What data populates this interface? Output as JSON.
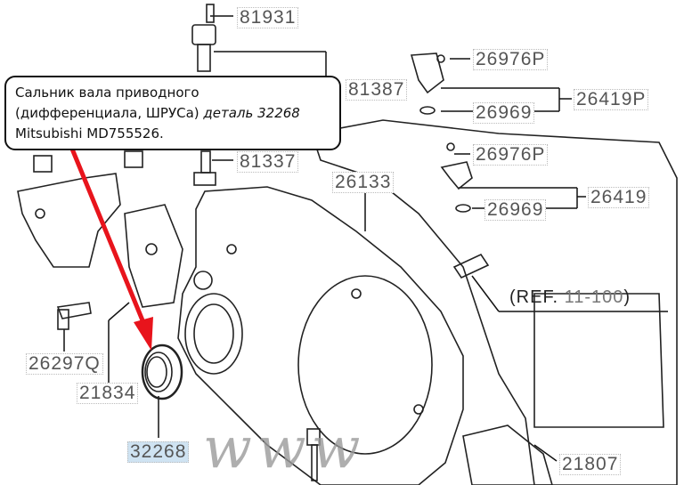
{
  "callout": {
    "line1": "Сальник вала приводного",
    "line2_normal": "(дифференциала, ШРУСа)",
    "line2_italic": "деталь 32268",
    "line3": "Mitsubishi MD755526."
  },
  "part_labels": {
    "p81931": "81931",
    "p81387": "81387",
    "p81337": "81337",
    "p26976P_a": "26976P",
    "p26419P": "26419P",
    "p26969_a": "26969",
    "p26976P_b": "26976P",
    "p26419": "26419",
    "p26969_b": "26969",
    "p26133": "26133",
    "p26297Q": "26297Q",
    "p21834": "21834",
    "p32268": "32268",
    "p21807": "21807"
  },
  "reference": {
    "prefix": "(REF.",
    "number": "11-100",
    "suffix": ")"
  },
  "watermark": "www",
  "colors": {
    "arrow": "#e8141c",
    "highlight": "#cfe3f2",
    "label_text": "#555555"
  }
}
